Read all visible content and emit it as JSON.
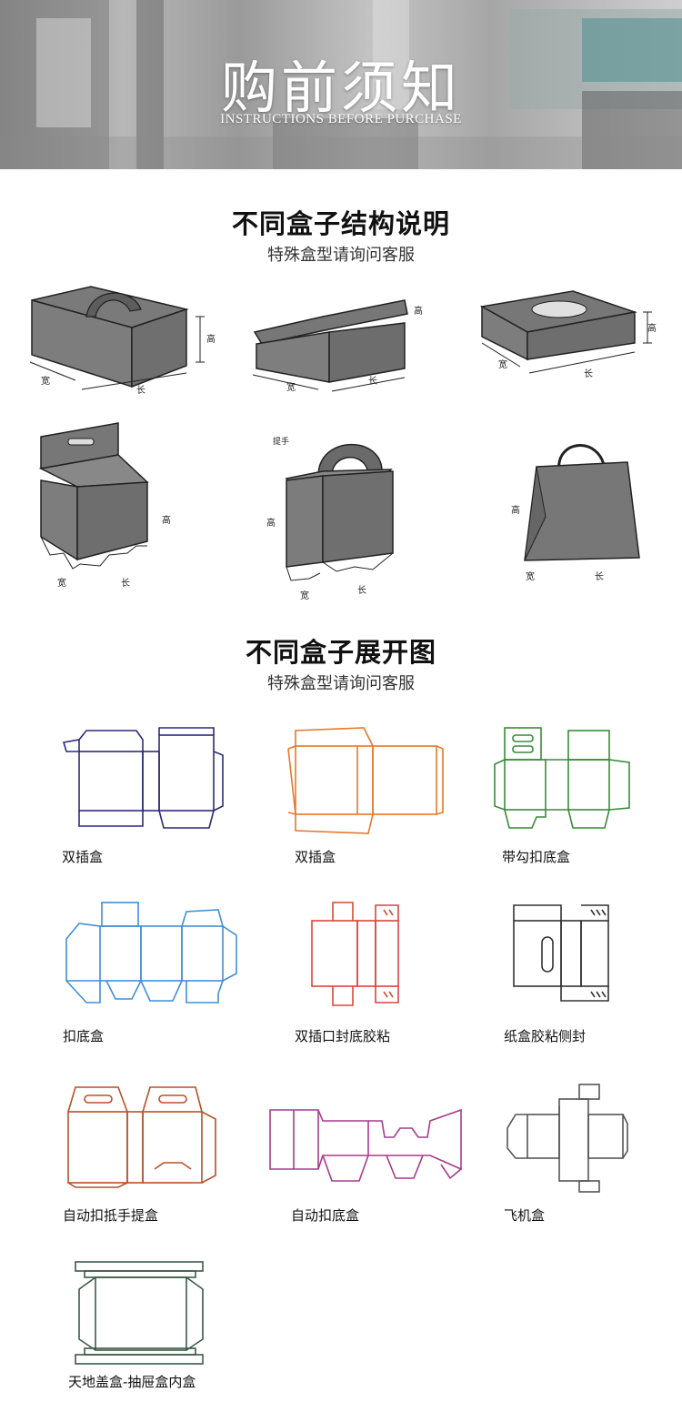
{
  "banner": {
    "title": "购前须知",
    "subtitle": "INSTRUCTIONS BEFORE PURCHASE"
  },
  "structure_section": {
    "title": "不同盒子结构说明",
    "subtitle": "特殊盒型请询问客服",
    "labels": {
      "height": "高",
      "width": "宽",
      "length": "长",
      "handle": "提手"
    }
  },
  "dieline_section": {
    "title": "不同盒子展开图",
    "subtitle": "特殊盒型请询问客服",
    "items": [
      {
        "name": "双插盒",
        "color": "#2b2a7a"
      },
      {
        "name": "双插盒",
        "color": "#e8782a"
      },
      {
        "name": "带勾扣底盒",
        "color": "#3a8a3a"
      },
      {
        "name": "扣底盒",
        "color": "#3f8fd6"
      },
      {
        "name": "双插口封底胶粘",
        "color": "#d9473a"
      },
      {
        "name": "纸盒胶粘侧封",
        "color": "#333333"
      },
      {
        "name": "自动扣抵手提盒",
        "color": "#b5512a"
      },
      {
        "name": "自动扣底盒",
        "color": "#a83a8a"
      },
      {
        "name": "飞机盒",
        "color": "#555555"
      },
      {
        "name": "天地盖盒-抽屉盒内盒",
        "color": "#3b5a46"
      }
    ]
  }
}
